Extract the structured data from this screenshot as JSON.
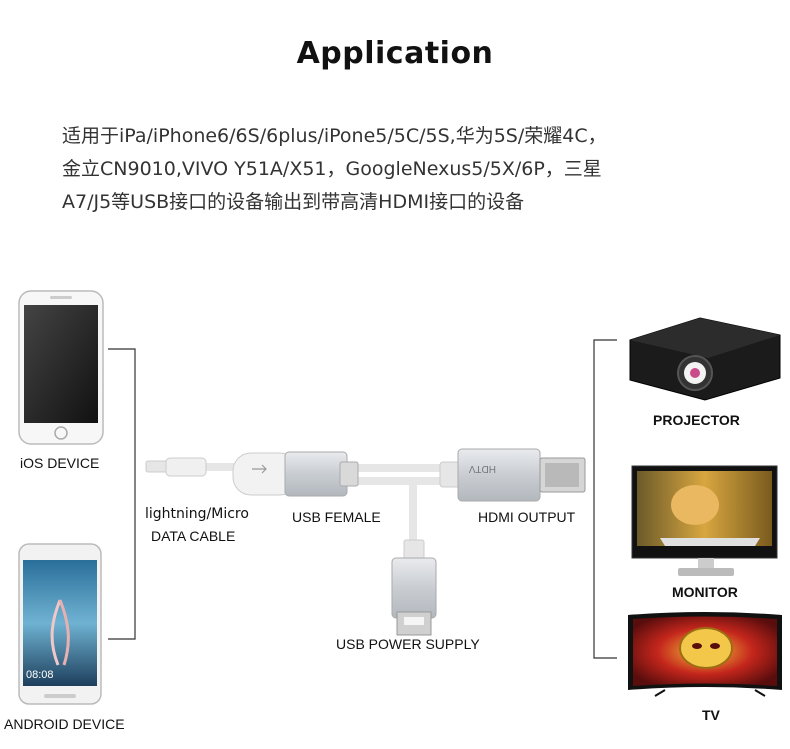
{
  "title": "Application",
  "description": [
    "适用于iPa/iPhone6/6S/6plus/iPone5/5C/5S,华为5S/荣耀4C，",
    "金立CN9010,VIVO Y51A/X51，GoogleNexus5/5X/6P，三星",
    "A7/J5等USB接口的设备输出到带高清HDMI接口的设备"
  ],
  "labels": {
    "ios_device": "iOS DEVICE",
    "android_device": "ANDROID DEVICE",
    "cable_line1": "lightning/Micro",
    "cable_line2": "DATA CABLE",
    "usb_female": "USB FEMALE",
    "hdmi_output": "HDMI OUTPUT",
    "usb_power": "USB POWER SUPPLY",
    "projector": "PROJECTOR",
    "monitor": "MONITOR",
    "tv": "TV"
  },
  "device_text": {
    "android_time": "08:08",
    "hdtv_mark": "HDTV"
  },
  "colors": {
    "cable": "#e8e8e8",
    "metal": "#cfd2d6",
    "bracket": "#333333"
  }
}
